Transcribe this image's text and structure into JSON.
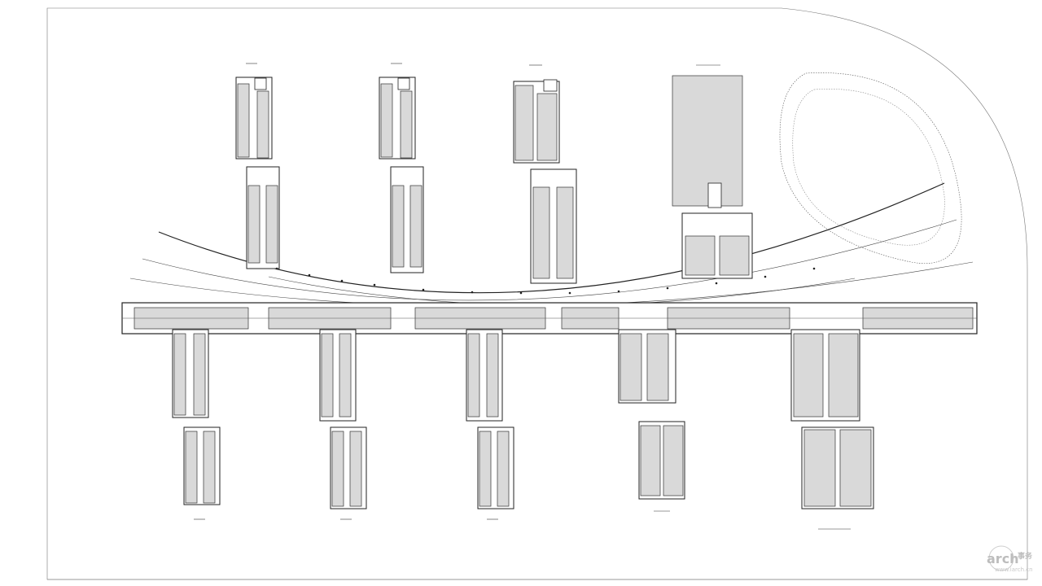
{
  "watermark": {
    "brand": "arch",
    "suffix": "事务",
    "url": "www.iarch.cn"
  },
  "colors": {
    "room_fill": "#d9d9d9",
    "line": "#222222",
    "background": "#ffffff"
  }
}
